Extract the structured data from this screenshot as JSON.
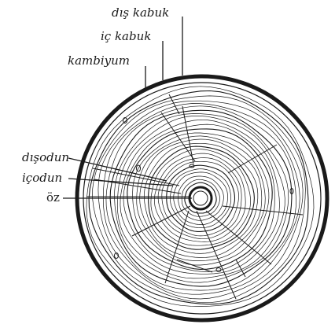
{
  "labels": {
    "dis_kabuk": "dış kabuk",
    "ic_kabuk": "iç kabuk",
    "kambiyum": "kambiyum",
    "disodun": "dışodun",
    "icodun": "içodun",
    "oz": "öz"
  },
  "colors": {
    "ink": "#1a1a1a",
    "background": "#ffffff"
  }
}
